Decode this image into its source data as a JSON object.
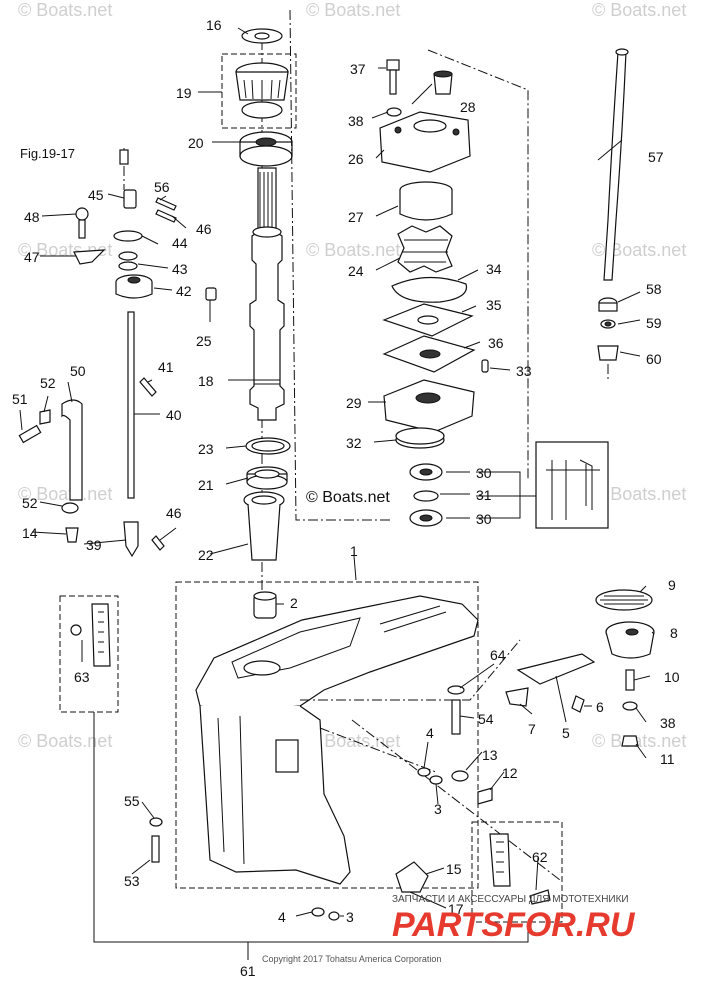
{
  "watermarks": [
    "© Boats.net",
    "© Boats.net",
    "© Boats.net",
    "© Boats.net",
    "© Boats.net",
    "© Boats.net",
    "© Boats.net",
    "© Boats.net",
    "© Boats.net",
    "© Boats.net",
    "© Boats.net"
  ],
  "center_watermark": "© Boats.net",
  "figure_ref": "Fig.19-17",
  "copyright": "Copyright 2017 Tohatsu America Corporation",
  "brand": {
    "text": "PARTSFOR.RU",
    "tagline": "ЗАПЧАСТИ И АКСЕССУАРЫ ДЛЯ МОТОТЕХНИКИ"
  },
  "callouts": {
    "c16": "16",
    "c19": "19",
    "c20": "20",
    "c37": "37",
    "c28": "28",
    "c38a": "38",
    "c26": "26",
    "c57": "57",
    "c27": "27",
    "c24": "24",
    "c34": "34",
    "c35": "35",
    "c36": "36",
    "c33": "33",
    "c29": "29",
    "c32": "32",
    "c30a": "30",
    "c31": "31",
    "c30b": "30",
    "c58": "58",
    "c59": "59",
    "c60": "60",
    "c45": "45",
    "c56": "56",
    "c48": "48",
    "c46a": "46",
    "c44": "44",
    "c47": "47",
    "c43": "43",
    "c42": "42",
    "c25": "25",
    "c18": "18",
    "c41": "41",
    "c50": "50",
    "c52a": "52",
    "c51": "51",
    "c40": "40",
    "c23": "23",
    "c21": "21",
    "c52b": "52",
    "c14": "14",
    "c39": "39",
    "c46b": "46",
    "c22": "22",
    "c1": "1",
    "c2": "2",
    "c9": "9",
    "c8": "8",
    "c10": "10",
    "c38b": "38",
    "c11": "11",
    "c64": "64",
    "c54": "54",
    "c7": "7",
    "c5": "5",
    "c6": "6",
    "c63": "63",
    "c4a": "4",
    "c13": "13",
    "c12": "12",
    "c3a": "3",
    "c55": "55",
    "c53": "53",
    "c15": "15",
    "c62": "62",
    "c17": "17",
    "c4b": "4",
    "c3b": "3",
    "c61": "61"
  }
}
